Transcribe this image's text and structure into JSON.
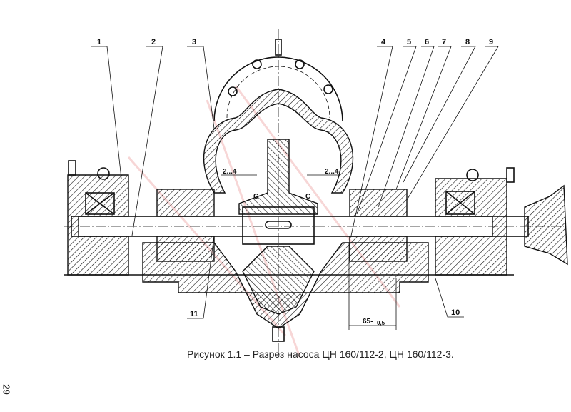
{
  "figure": {
    "caption": "Рисунок 1.1 – Разрез насоса ЦН 160/112-2, ЦН 160/112-3.",
    "page_number": "29",
    "part_labels": [
      "1",
      "2",
      "3",
      "4",
      "5",
      "6",
      "7",
      "8",
      "9",
      "10",
      "11"
    ],
    "dimensions": {
      "gap_left": "2...4",
      "gap_right": "2...4",
      "clearance_left": "С",
      "clearance_right": "С",
      "length": "65-",
      "length_tolerance": "0,5"
    },
    "colors": {
      "line": "#111111",
      "watermark": "#e88a8a"
    }
  }
}
